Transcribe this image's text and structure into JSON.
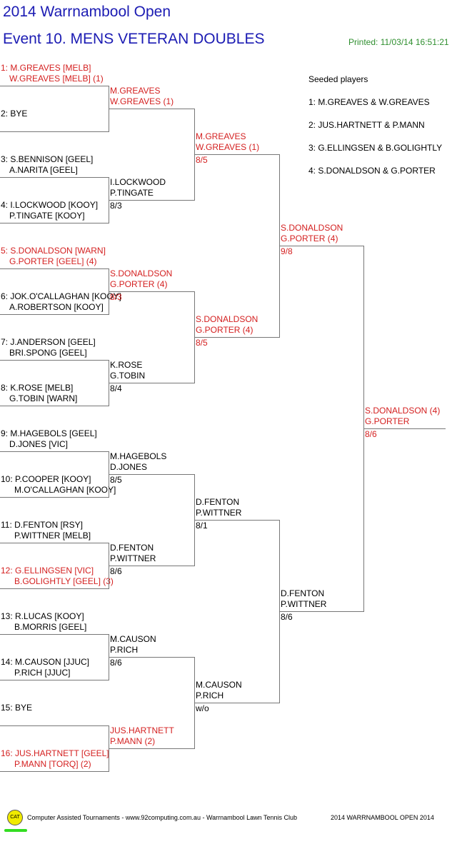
{
  "header": {
    "title": "2014 Warrnambool Open",
    "event": "Event 10. MENS VETERAN DOUBLES",
    "printed": "Printed: 11/03/14 16:51:21"
  },
  "draw": [
    {
      "l1": "1: M.GREAVES [MELB]",
      "l2": "W.GREAVES [MELB] (1)",
      "seeded": true
    },
    {
      "l1": "2: BYE",
      "l2": "",
      "seeded": false
    },
    {
      "l1": "3: S.BENNISON [GEEL]",
      "l2": "A.NARITA [GEEL]",
      "seeded": false
    },
    {
      "l1": "4: I.LOCKWOOD [KOOY]",
      "l2": "P.TINGATE [KOOY]",
      "seeded": false
    },
    {
      "l1": "5: S.DONALDSON [WARN]",
      "l2": "G.PORTER [GEEL] (4)",
      "seeded": true
    },
    {
      "l1": "6: JOK.O'CALLAGHAN [KOOY]",
      "l2": "A.ROBERTSON [KOOY]",
      "seeded": false
    },
    {
      "l1": "7: J.ANDERSON [GEEL]",
      "l2": "BRI.SPONG [GEEL]",
      "seeded": false
    },
    {
      "l1": "8: K.ROSE [MELB]",
      "l2": "G.TOBIN [WARN]",
      "seeded": false
    },
    {
      "l1": "9: M.HAGEBOLS [GEEL]",
      "l2": "D.JONES [VIC]",
      "seeded": false
    },
    {
      "l1": "10: P.COOPER [KOOY]",
      "l2": "M.O'CALLAGHAN [KOOY]",
      "seeded": false
    },
    {
      "l1": "11: D.FENTON [RSY]",
      "l2": "P.WITTNER [MELB]",
      "seeded": false
    },
    {
      "l1": "12: G.ELLINGSEN [VIC]",
      "l2": "B.GOLIGHTLY [GEEL] (3)",
      "seeded": true
    },
    {
      "l1": "13: R.LUCAS [KOOY]",
      "l2": "B.MORRIS [GEEL]",
      "seeded": false
    },
    {
      "l1": "14: M.CAUSON [JJUC]",
      "l2": "P.RICH [JJUC]",
      "seeded": false
    },
    {
      "l1": "15: BYE",
      "l2": "",
      "seeded": false
    },
    {
      "l1": "16: JUS.HARTNETT [GEEL]",
      "l2": "P.MANN [TORQ] (2)",
      "seeded": true
    }
  ],
  "rounds": [
    [
      {
        "l1": "M.GREAVES",
        "l2": "W.GREAVES (1)",
        "score": "",
        "seeded": true
      },
      {
        "l1": "I.LOCKWOOD",
        "l2": "P.TINGATE",
        "score": "8/3",
        "seeded": false
      },
      {
        "l1": "S.DONALDSON",
        "l2": "G.PORTER (4)",
        "score": "8/3",
        "seeded": true
      },
      {
        "l1": "K.ROSE",
        "l2": "G.TOBIN",
        "score": "8/4",
        "seeded": false
      },
      {
        "l1": "M.HAGEBOLS",
        "l2": "D.JONES",
        "score": "8/5",
        "seeded": false
      },
      {
        "l1": "D.FENTON",
        "l2": "P.WITTNER",
        "score": "8/6",
        "seeded": false
      },
      {
        "l1": "M.CAUSON",
        "l2": "P.RICH",
        "score": "8/6",
        "seeded": false
      },
      {
        "l1": "JUS.HARTNETT",
        "l2": "P.MANN (2)",
        "score": "",
        "seeded": true
      }
    ],
    [
      {
        "l1": "M.GREAVES",
        "l2": "W.GREAVES (1)",
        "score": "8/5",
        "seeded": true
      },
      {
        "l1": "S.DONALDSON",
        "l2": "G.PORTER (4)",
        "score": "8/5",
        "seeded": true
      },
      {
        "l1": "D.FENTON",
        "l2": "P.WITTNER",
        "score": "8/1",
        "seeded": false
      },
      {
        "l1": "M.CAUSON",
        "l2": "P.RICH",
        "score": "w/o",
        "seeded": false
      }
    ],
    [
      {
        "l1": "S.DONALDSON",
        "l2": "G.PORTER (4)",
        "score": "9/8",
        "seeded": true
      },
      {
        "l1": "D.FENTON",
        "l2": "P.WITTNER",
        "score": "8/6",
        "seeded": false
      }
    ],
    [
      {
        "l1": "S.DONALDSON (4)",
        "l2": "G.PORTER",
        "score": "8/6",
        "seeded": true
      }
    ]
  ],
  "seeds": {
    "heading": "Seeded players",
    "list": [
      "1: M.GREAVES & W.GREAVES",
      "2: JUS.HARTNETT & P.MANN",
      "3: G.ELLINGSEN & B.GOLIGHTLY",
      "4: S.DONALDSON & G.PORTER"
    ]
  },
  "footer": {
    "logo": "CAT",
    "text": "Computer Assisted Tournaments - www.92computing.com.au -  Warrnambool Lawn Tennis Club",
    "right": "2014 WARRNAMBOOL OPEN 2014"
  },
  "colors": {
    "title": "#1b1bb3",
    "seeded": "#d42020",
    "printed": "#2f8f2f",
    "line": "#777777"
  }
}
